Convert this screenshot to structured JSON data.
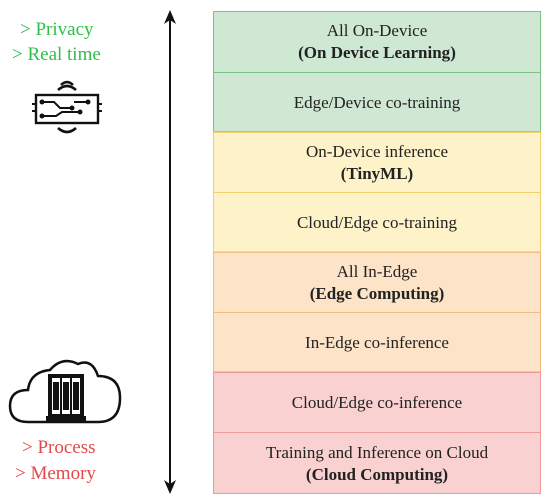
{
  "left_top_labels": [
    "> Privacy",
    "> Real time"
  ],
  "left_bottom_labels": [
    "> Process",
    "> Memory"
  ],
  "icons": {
    "top_icon": "circuit-board-signal-icon",
    "bottom_icon": "cloud-server-icon",
    "axis": "double-headed-arrow-icon"
  },
  "colors": {
    "green_text": "#2fbf4a",
    "red_text": "#e04a4a",
    "green_layer": "#cfe8d3",
    "yellow_layer": "#fdf2c8",
    "orange_layer": "#fde3c8",
    "red_layer": "#f9d1d1"
  },
  "layers": [
    {
      "text": "All On-Device",
      "sub": "On Device Learning",
      "color": "green"
    },
    {
      "text": "Edge/Device co-training",
      "sub": "",
      "color": "green"
    },
    {
      "text": "On-Device inference",
      "sub": "TinyML",
      "color": "yellow"
    },
    {
      "text": "Cloud/Edge co-training",
      "sub": "",
      "color": "yellow"
    },
    {
      "text": "All In-Edge",
      "sub": "Edge Computing",
      "color": "orange"
    },
    {
      "text": "In-Edge co-inference",
      "sub": "",
      "color": "orange"
    },
    {
      "text": "Cloud/Edge co-inference",
      "sub": "",
      "color": "red"
    },
    {
      "text": "Training and Inference on Cloud",
      "sub": "Cloud Computing",
      "color": "red"
    }
  ]
}
